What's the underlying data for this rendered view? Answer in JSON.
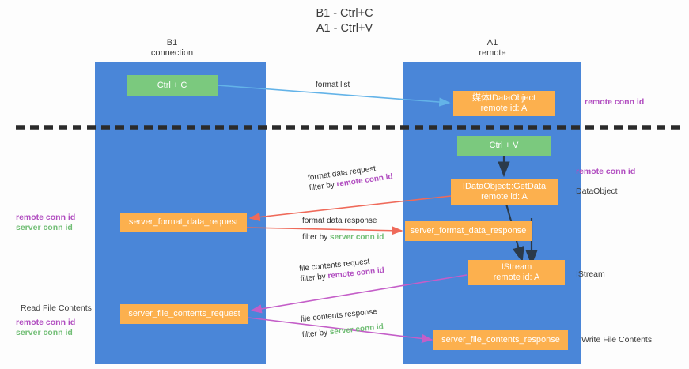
{
  "title": "B1 - Ctrl+C\nA1 - Ctrl+V",
  "colors": {
    "lane": "#4a86d8",
    "green_node": "#7bc97e",
    "orange_node": "#fcb04e",
    "remote_conn_id": "#b14ec0",
    "server_conn_id": "#72be76",
    "arrow_blue": "#63b3e8",
    "arrow_red": "#ef6a5a",
    "arrow_magenta": "#c45ec8",
    "arrow_dark": "#2b3a4a",
    "divider": "#2b2b2b"
  },
  "lanes": [
    {
      "id": "b1",
      "title": "B1\nconnection"
    },
    {
      "id": "a1",
      "title": "A1\nremote"
    }
  ],
  "nodes": [
    {
      "id": "ctrl-c",
      "label": "Ctrl + C"
    },
    {
      "id": "ole-idataobject",
      "label": "媒体IDataObject\nremote id: A"
    },
    {
      "id": "ctrl-v",
      "label": "Ctrl + V"
    },
    {
      "id": "idataobject-getdata",
      "label": "IDataObject::GetData\nremote id: A"
    },
    {
      "id": "server-format-data-request",
      "label": "server_format_data_request"
    },
    {
      "id": "server-format-data-response",
      "label": "server_format_data_response"
    },
    {
      "id": "istream",
      "label": "IStream\nremote id: A"
    },
    {
      "id": "server-file-contents-request",
      "label": "server_file_contents_request"
    },
    {
      "id": "server-file-contents-response",
      "label": "server_file_contents_response"
    }
  ],
  "edge_labels": [
    {
      "id": "format-list",
      "line1": "format list",
      "line2": "",
      "line2_kind": ""
    },
    {
      "id": "format-data-request",
      "line1": "format data request",
      "line2_prefix": "filter by ",
      "line2_key": "remote conn id",
      "line2_kind": "purple"
    },
    {
      "id": "format-data-response",
      "line1": "format data response",
      "line2_prefix": "filter by ",
      "line2_key": "server conn id",
      "line2_kind": "green"
    },
    {
      "id": "file-contents-request",
      "line1": "file contents request",
      "line2_prefix": "filter by ",
      "line2_key": "remote conn id",
      "line2_kind": "purple"
    },
    {
      "id": "file-contents-response",
      "line1": "file contents response",
      "line2_prefix": "filter by ",
      "line2_key": "server conn id",
      "line2_kind": "green"
    }
  ],
  "annotations": {
    "right_remote_conn_id_top": "remote conn id",
    "right_remote_conn_id_mid": "remote conn id",
    "right_dataobject": "DataObject",
    "right_istream": "IStream",
    "right_write_file_contents": "Write File Contents",
    "left_remote_conn_id": "remote conn id",
    "left_server_conn_id": "server conn id",
    "left_read_file_contents": "Read File Contents",
    "left_remote_conn_id_2": "remote conn id",
    "left_server_conn_id_2": "server conn id"
  }
}
